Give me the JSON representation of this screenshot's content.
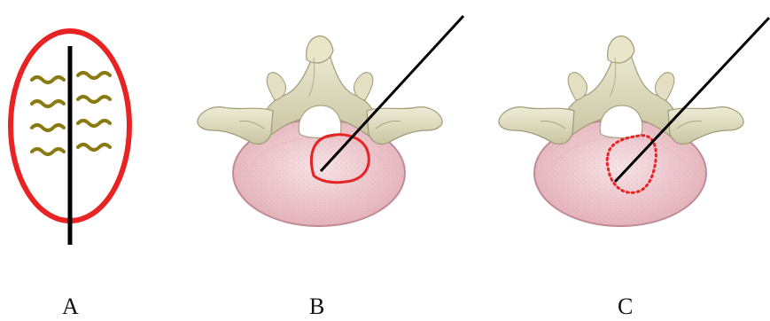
{
  "panels": [
    {
      "id": "A",
      "label": "A",
      "ring_style": "solid",
      "ring_color": "#e82323"
    },
    {
      "id": "B",
      "label": "B",
      "ring_style": "solid",
      "ring_color": "#e82323"
    },
    {
      "id": "C",
      "label": "C",
      "ring_style": "dotted",
      "ring_color": "#e82323"
    }
  ],
  "colors": {
    "ring": "#e82323",
    "wave": "#8a7a12",
    "needle": "#000000",
    "bone": "#dcd8b8",
    "bone_shadow": "#aaa684",
    "disc": "#efc9cf",
    "disc_edge": "#bf8b95"
  }
}
